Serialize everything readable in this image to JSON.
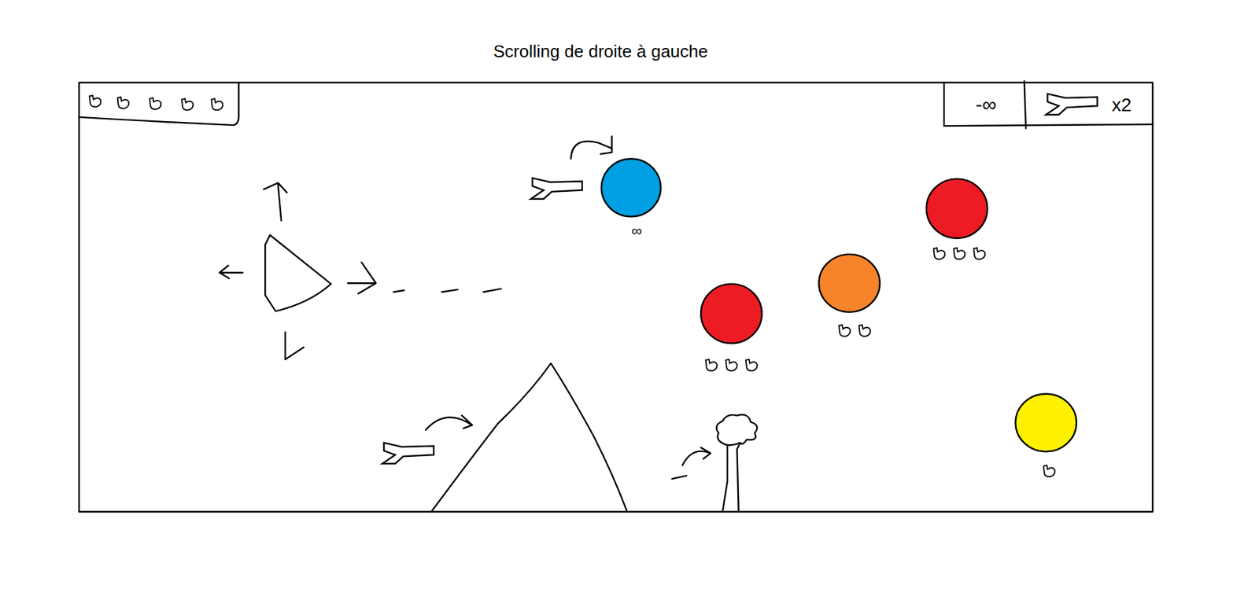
{
  "diagram": {
    "title": "Scrolling de droite à gauche",
    "labels": [
      "-∞",
      "x2",
      "∞"
    ]
  }
}
